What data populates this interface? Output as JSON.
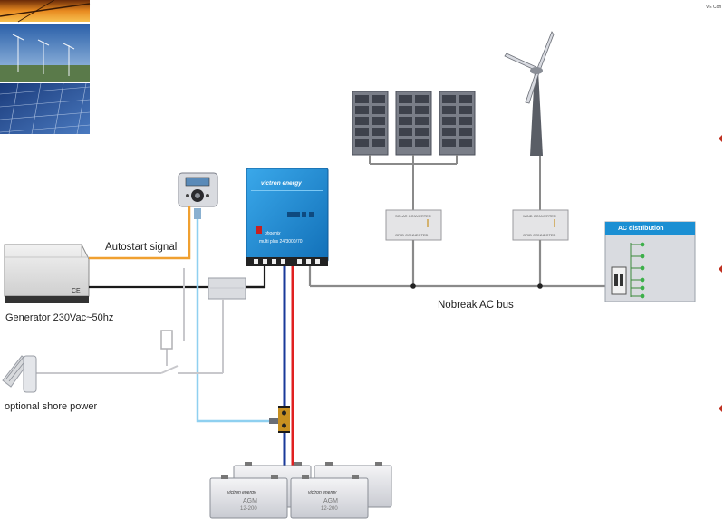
{
  "labels": {
    "autostart": "Autostart signal",
    "generator": "Generator 230Vac~50hz",
    "shore": "optional shore power",
    "nobreak": "Nobreak AC bus",
    "ac_distribution": "AC distribution",
    "corner": "VE Con"
  },
  "inverter": {
    "brand": "victron energy",
    "model_line1": "phoenix",
    "model_line2": "multi plus 24/3000/70"
  },
  "solar_converter": {
    "title": "SOLAR CONVERTER",
    "subtitle": "GRID CONNECTED"
  },
  "wind_converter": {
    "title": "WIND CONVERTER",
    "subtitle": "GRID CONNECTED"
  },
  "batteries": {
    "brand": "victron energy",
    "type": "AGM",
    "capacity": "12-200"
  },
  "generator_mark": "CE",
  "colors": {
    "inverter_blue": "#1e8fd6",
    "ac_header_blue": "#1b8fd3",
    "autostart_orange": "#f0a030",
    "signal_lightblue": "#8fd0f0",
    "dc_red": "#e02020",
    "dc_blue": "#1a3a9a",
    "ac_bus_gray": "#8a8a8a",
    "led_green": "#3cb04a"
  }
}
